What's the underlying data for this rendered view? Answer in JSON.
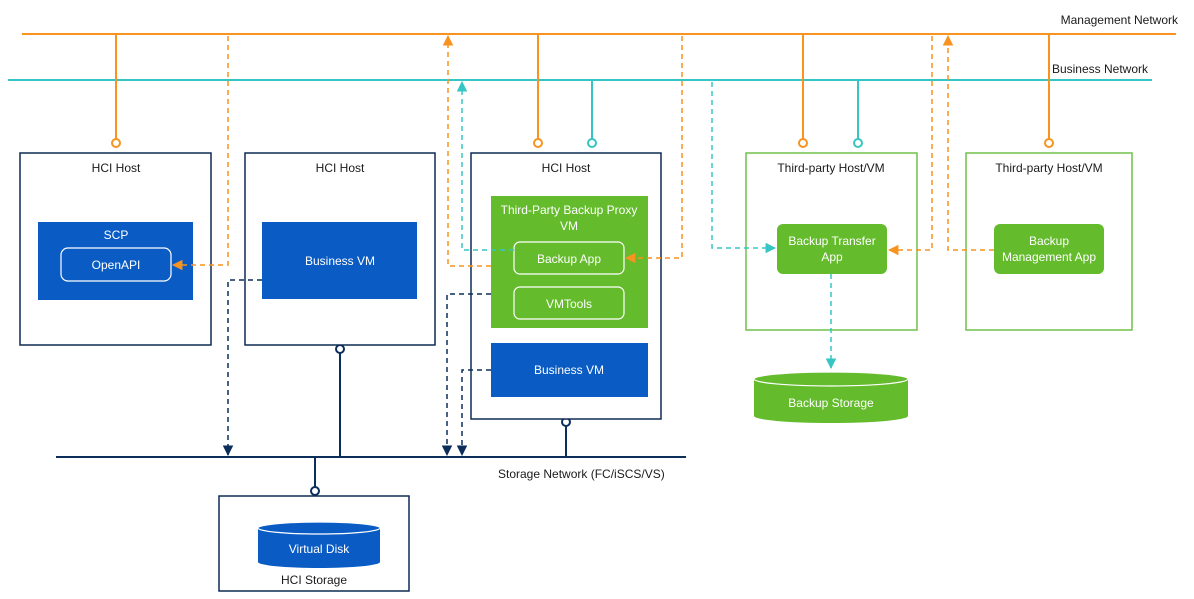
{
  "colors": {
    "management": "#f7931e",
    "business": "#36c5c5",
    "storage": "#0b2e5a",
    "hci_border": "#0d2b53",
    "vm_blue": "#0a5cc4",
    "green": "#64bb2c",
    "green_border": "#70c14a"
  },
  "networks": {
    "management": "Management Network",
    "business": "Business Network",
    "storage": "Storage Network (FC/iSCS/VS)"
  },
  "hosts": {
    "hci1": {
      "title": "HCI Host",
      "scp": "SCP",
      "openapi": "OpenAPI"
    },
    "hci2": {
      "title": "HCI Host",
      "business_vm": "Business VM"
    },
    "hci3": {
      "title": "HCI Host",
      "proxy_line1": "Third-Party Backup Proxy",
      "proxy_line2": "VM",
      "backup_app": "Backup App",
      "vmtools": "VMTools",
      "business_vm": "Business VM"
    },
    "third1": {
      "title": "Third-party Host/VM",
      "transfer_line1": "Backup Transfer",
      "transfer_line2": "App"
    },
    "third2": {
      "title": "Third-party Host/VM",
      "mgmt_line1": "Backup",
      "mgmt_line2": "Management App"
    }
  },
  "backup_storage": "Backup Storage",
  "hci_storage": {
    "title": "HCI Storage",
    "virtual_disk": "Virtual Disk"
  }
}
